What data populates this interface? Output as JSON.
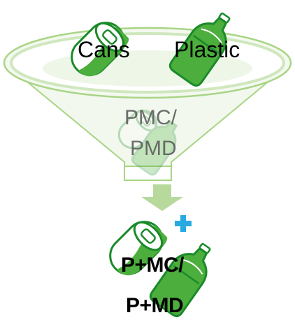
{
  "diagram": {
    "labels": {
      "cans": "Cans",
      "plastic": "Plastic",
      "pmc_line1": "PMC/",
      "pmc_line2": "PMD",
      "result_line1": "P+MC/",
      "result_line2": "P+MD"
    },
    "icons": {
      "funnel": "funnel-icon",
      "can": "can-icon",
      "bottle": "bottle-icon",
      "arrow": "down-arrow-icon",
      "plus": "plus-icon"
    },
    "colors": {
      "green_dark": "#1a8a2a",
      "green_fill": "#4cae3c",
      "funnel_stroke": "#9fd07a",
      "arrow": "#b7d99c",
      "plus": "#29a9e1"
    }
  }
}
